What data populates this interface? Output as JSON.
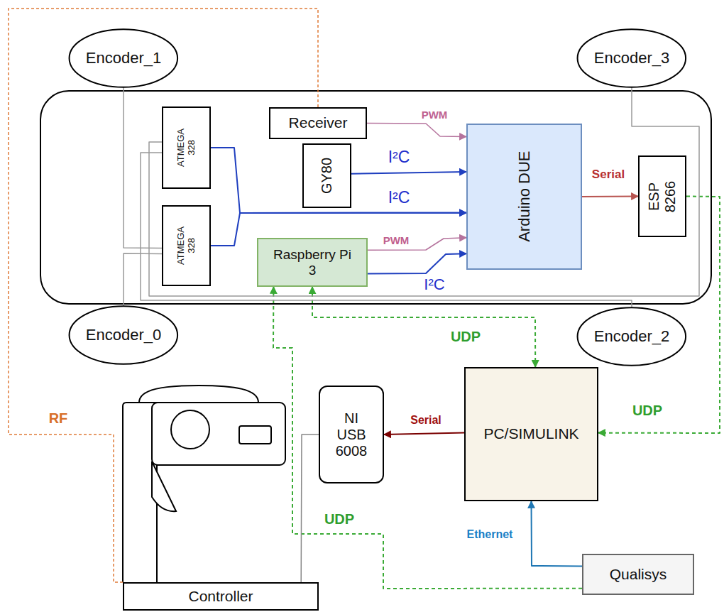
{
  "diagram": {
    "nodes": [
      {
        "text": [
          "Encoder_1"
        ]
      },
      {
        "text": [
          "Encoder_3"
        ]
      },
      {
        "text": [
          "ATMEGA 328"
        ]
      },
      {
        "text": [
          "Receiver"
        ]
      },
      {
        "text": [
          "GY80"
        ]
      },
      {
        "text": [
          "Arduino DUE"
        ]
      },
      {
        "text": [
          "ESP 8266"
        ]
      },
      {
        "text": [
          "ATMEGA 328"
        ]
      },
      {
        "text": [
          "Raspberry Pi 3"
        ]
      },
      {
        "text": [
          "Encoder_0"
        ]
      },
      {
        "text": [
          "Encoder_2"
        ]
      },
      {
        "text": [
          "NI USB 6008"
        ]
      },
      {
        "text": [
          "PC/SIMULINK"
        ]
      },
      {
        "text": [
          "Qualisys"
        ]
      },
      {
        "text": [
          "Controller"
        ]
      }
    ],
    "edges": [
      {
        "from": 3,
        "to": 5,
        "arrow": "to",
        "label": "PWM"
      },
      {
        "from": 4,
        "to": 5,
        "arrow": "to",
        "label": "I²C"
      },
      {
        "from": 2,
        "to": 5,
        "arrow": "to",
        "label": "I²C"
      },
      {
        "from": 7,
        "to": 5,
        "arrow": "to"
      },
      {
        "from": 8,
        "to": 5,
        "arrow": "to",
        "label": "PWM"
      },
      {
        "from": 8,
        "to": 5,
        "arrow": "to",
        "label": "I²C"
      },
      {
        "from": 5,
        "to": 6,
        "arrow": "to",
        "label": "Serial"
      },
      {
        "from": 6,
        "to": 12,
        "arrow": "to",
        "label": "UDP"
      },
      {
        "from": 8,
        "to": 12,
        "arrow": "both",
        "label": "UDP"
      },
      {
        "from": 13,
        "to": 8,
        "arrow": "to",
        "label": "UDP"
      },
      {
        "from": 13,
        "to": 12,
        "arrow": "to",
        "label": "Ethernet"
      },
      {
        "from": 12,
        "to": 11,
        "arrow": "to",
        "label": "Serial"
      },
      {
        "from": 11,
        "to": 14,
        "arrow": "none"
      },
      {
        "from": 14,
        "to": 3,
        "arrow": "none",
        "label": "RF"
      },
      {
        "from": 0,
        "to": 7,
        "arrow": "none"
      },
      {
        "from": 9,
        "to": 7,
        "arrow": "none"
      },
      {
        "from": 1,
        "to": 2,
        "arrow": "none"
      },
      {
        "from": 10,
        "to": 2,
        "arrow": "none"
      }
    ]
  }
}
